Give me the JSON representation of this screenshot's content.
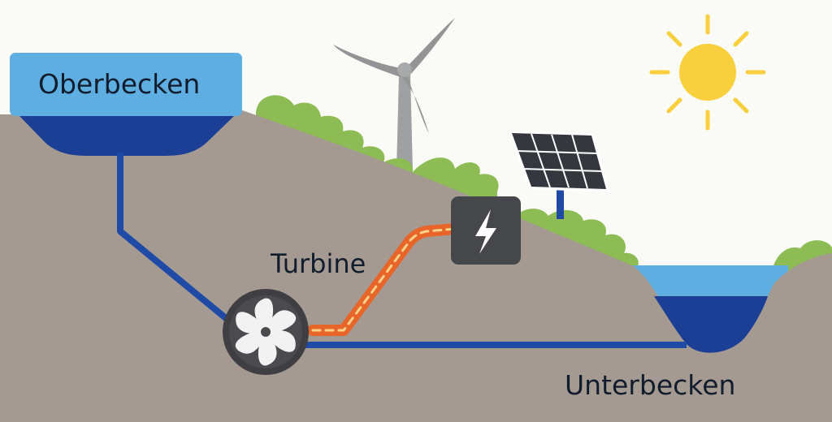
{
  "labels": {
    "upper_reservoir": "Oberbecken",
    "turbine": "Turbine",
    "lower_reservoir": "Unterbecken"
  },
  "icons": {
    "sun": "sun-icon",
    "wind_turbine": "wind-turbine-icon",
    "solar_panel": "solar-panel-icon",
    "power_station": "lightning-bolt-icon",
    "turbine": "turbine-fan-icon"
  },
  "colors": {
    "sky": "#fafaf7",
    "ground": "#a59a92",
    "vegetation": "#8cbc53",
    "water_surface": "#5eaee2",
    "water_deep": "#1b3f94",
    "pipe": "#1f4aa6",
    "power_cable": "#e8652a",
    "power_cable_dash": "#ffd28a",
    "station": "#45474b",
    "sun": "#f8cf3c",
    "turbine_housing": "#3f3f43"
  }
}
